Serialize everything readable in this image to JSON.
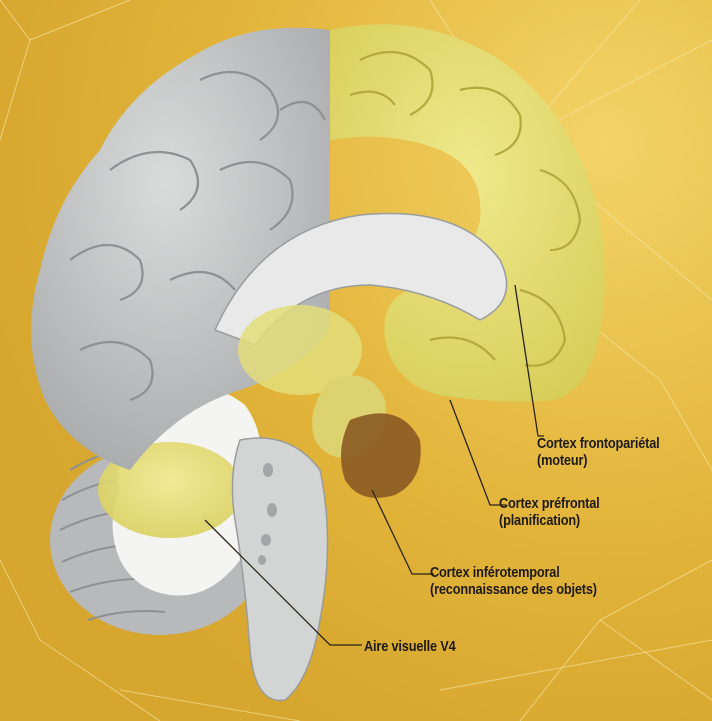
{
  "colors": {
    "background": "#e2b43a",
    "background_light": "#f0cc55",
    "brain_gray": "#c9cbcb",
    "brain_gray_dark": "#9a9c9d",
    "highlight_yellow": "#e6de74",
    "inferotemporal_brown": "#8a5a24",
    "leader_line": "#2a2418"
  },
  "labels": {
    "frontoparietal": {
      "line1": "Cortex frontopariétal",
      "line2": "(moteur)"
    },
    "prefrontal": {
      "line1": "Cortex préfrontal",
      "line2": "(planification)"
    },
    "inferotemporal": {
      "line1": "Cortex inférotemporal",
      "line2": "(reconnaissance des objets)"
    },
    "visual_v4": {
      "line1": "Aire visuelle V4"
    }
  }
}
